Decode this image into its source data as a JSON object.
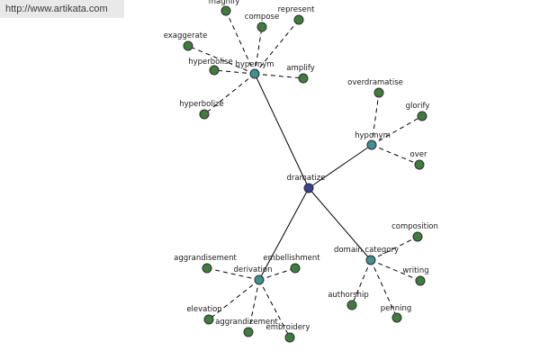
{
  "badge": {
    "url": "http://www.artikata.com"
  },
  "colors": {
    "center": "#3a3f8f",
    "hub": "#3f9090",
    "leaf": "#3f7d3f"
  },
  "graph": {
    "center": {
      "id": "dramatize",
      "label": "dramatize"
    },
    "hubs": [
      {
        "id": "hypernym",
        "label": "hypernym",
        "leaves": [
          "magnify",
          "compose",
          "represent",
          "exaggerate",
          "hyperbolise",
          "amplify",
          "hyperbolize"
        ]
      },
      {
        "id": "hyponym",
        "label": "hyponym",
        "leaves": [
          "overdramatise",
          "glorify",
          "over"
        ]
      },
      {
        "id": "derivation",
        "label": "derivation",
        "leaves": [
          "aggrandisement",
          "embellishment",
          "elevation",
          "aggrandizement",
          "embroidery"
        ]
      },
      {
        "id": "domain-category",
        "label": "domain category",
        "leaves": [
          "composition",
          "writing",
          "authorship",
          "penning"
        ]
      }
    ]
  }
}
